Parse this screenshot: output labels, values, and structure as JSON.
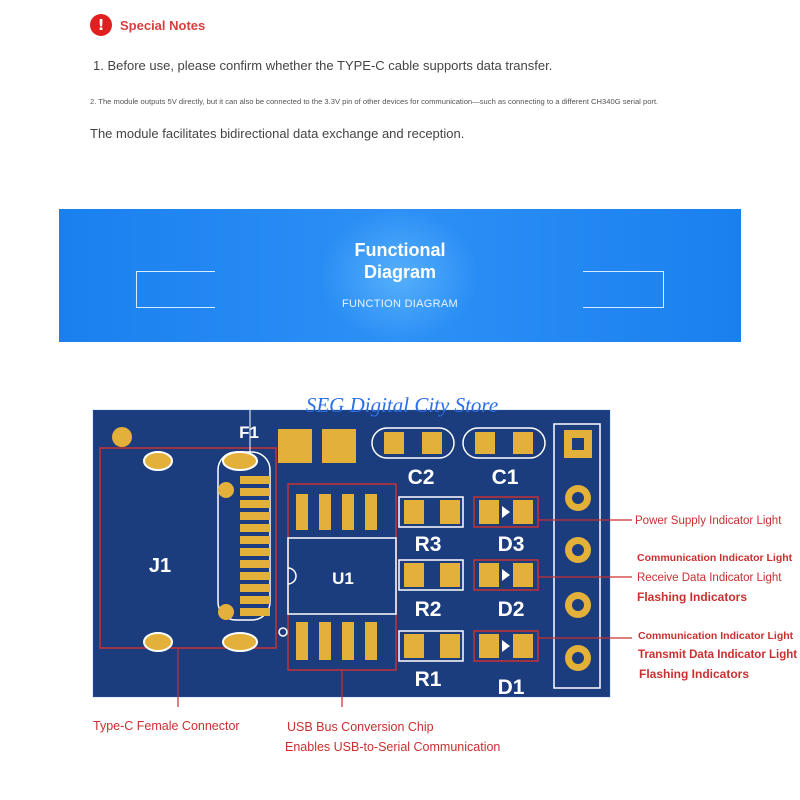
{
  "notes": {
    "title": "Special Notes",
    "icon": "exclamation-icon",
    "items": [
      "1. Before use, please confirm whether the TYPE-C cable supports data transfer.",
      "2. The module outputs 5V directly, but it can also be connected to the 3.3V pin of other devices for communication—such as connecting to a different CH340G serial port.",
      "The module facilitates bidirectional data exchange and reception."
    ]
  },
  "banner": {
    "title_line1": "Functional",
    "title_line2": "Diagram",
    "subtitle": "FUNCTION DIAGRAM"
  },
  "diagram": {
    "watermark": "SEG Digital City Store",
    "board_labels": {
      "F1": "F1",
      "J1": "J1",
      "U1": "U1",
      "C2": "C2",
      "C1": "C1",
      "R3": "R3",
      "R2": "R2",
      "R1": "R1",
      "D3": "D3",
      "D2": "D2",
      "D1": "D1"
    },
    "callouts": {
      "power": "Power Supply Indicator Light",
      "rx_line1": "Communication Indicator Light",
      "rx_line2": "Receive Data Indicator Light",
      "rx_line3": "Flashing Indicators",
      "tx_line1": "Communication Indicator Light",
      "tx_line2": "Transmit Data Indicator Light",
      "tx_line3": "Flashing Indicators",
      "typec": "Type-C Female Connector",
      "chip_line1": "USB Bus Conversion Chip",
      "chip_line2": "Enables USB-to-Serial Communication"
    },
    "colors": {
      "board": "#1b3d7e",
      "pad": "#e3b13a",
      "silk": "#ffffff",
      "callout": "#c93030",
      "banner": "#2a8cf2",
      "watermark": "#2b6fe6"
    }
  }
}
